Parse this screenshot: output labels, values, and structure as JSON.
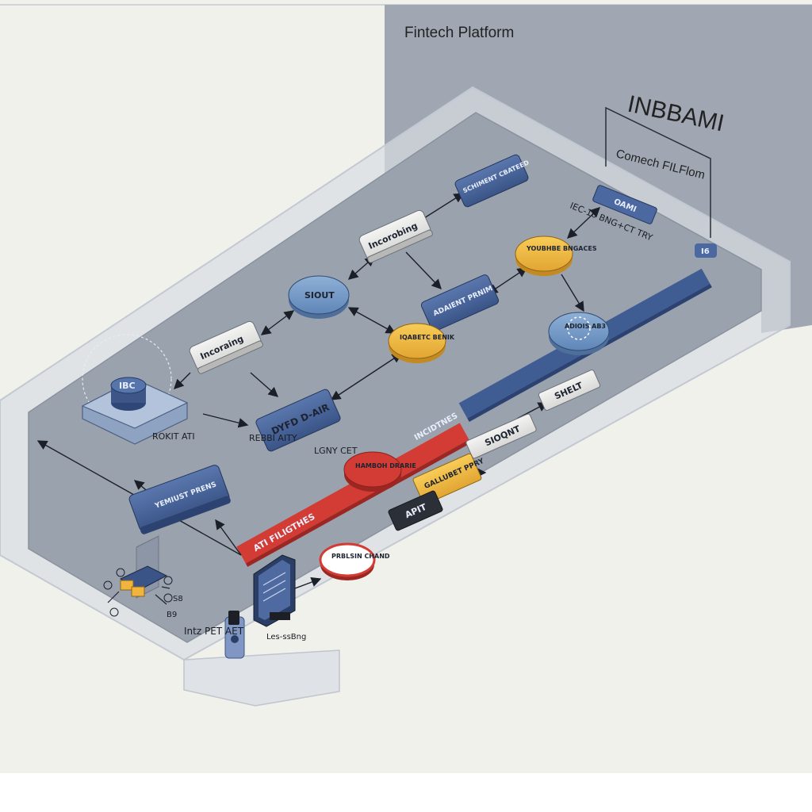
{
  "header": {
    "title": "Fintech Platform"
  },
  "brand": {
    "name": "INBBAMI",
    "subtitle": "Comech FILFlom"
  },
  "nodes": {
    "top_box": "SCHIMENT CBATEED",
    "incoming_1": "Incorobing",
    "incoming_2": "Incoraing",
    "siout": "SIOUT",
    "adaient": "ADAIENT PRNIM",
    "youbhe": "YOUBHBE BNGACES",
    "iqabetc": "IQABETC BENIK",
    "actios": "ADIOIS AB3",
    "dashed_box": "DYFD D-AIR",
    "oami": "OAMI",
    "payment": "YEMIUST PRENS",
    "core_db": "IBC",
    "shelt": "SHELT",
    "sioqnt": "SIOQNT",
    "gallubet": "GALLUBET PPRY",
    "apit": "APIT",
    "problem": "PRBLSIN CHAND",
    "hub": "HAMBOH DRARIE"
  },
  "captions": {
    "rokit": "ROKIT ATI",
    "rebbi": "REBBI AITY",
    "lgny": "LGNY CET",
    "iec": "IEC-16 BNG+CT TRY",
    "intz": "Intz PET AET",
    "lessing": "Les-ssBng",
    "s1": "S8",
    "s2": "B9",
    "badge": "I6"
  },
  "bands": {
    "blue": "INCIDTNES",
    "red": "ATI FILIGTHES"
  },
  "colors": {
    "navy": "#3f5c93",
    "red": "#d23c34",
    "yellow": "#f0b53f",
    "gray_node": "#e6e6e4",
    "platform": "#9aa2ae",
    "back_wall": "#a0a7b3"
  }
}
